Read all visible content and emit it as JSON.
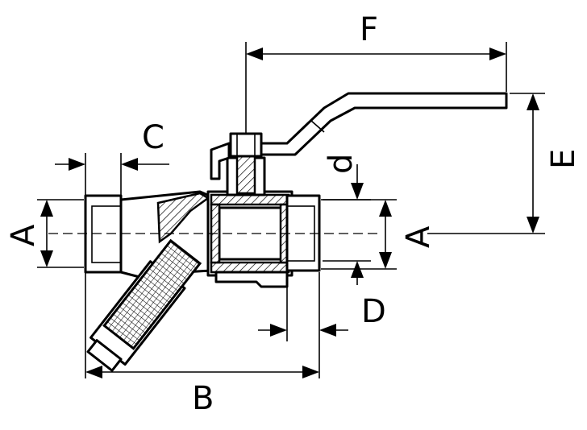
{
  "diagram": {
    "labels": {
      "F": "F",
      "C": "C",
      "d": "d",
      "E": "E",
      "A_left": "A",
      "A_right": "A",
      "D": "D",
      "B": "B"
    }
  }
}
